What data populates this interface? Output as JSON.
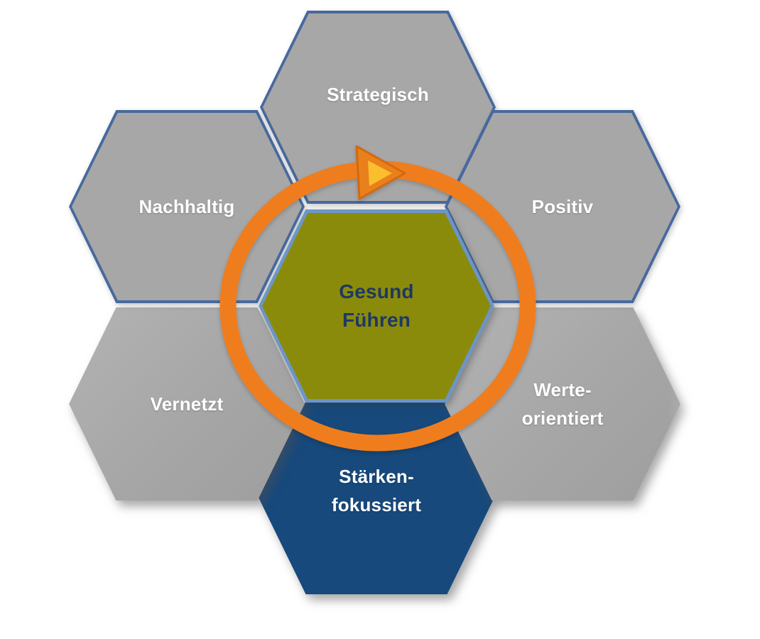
{
  "diagram": {
    "title": "Gesund Führen",
    "type": "hexagon-honeycomb-cycle",
    "center": {
      "label": "Gesund\nFühren",
      "fill": "#8b8b0b",
      "border": "#6c96c8",
      "text_color": "#1f3864"
    },
    "satellites": {
      "strategisch": {
        "label": "Strategisch",
        "fill": "#a7a7a7",
        "border": "#47699e",
        "position": "top"
      },
      "nachhaltig": {
        "label": "Nachhaltig",
        "fill": "#a7a7a7",
        "border": "#47699e",
        "position": "upper-left"
      },
      "positiv": {
        "label": "Positiv",
        "fill": "#a7a7a7",
        "border": "#47699e",
        "position": "upper-right"
      },
      "vernetzt": {
        "label": "Vernetzt",
        "fill": "#a7a7a7",
        "position": "lower-left"
      },
      "werte_orientiert": {
        "label": "Werte-\norientiert",
        "fill": "#a7a7a7",
        "position": "lower-right"
      },
      "staerken_fokussiert": {
        "label": "Stärken-\nfokussiert",
        "fill": "#17497c",
        "position": "bottom"
      }
    },
    "cycle_arrow": {
      "direction": "clockwise",
      "color": "#ef7d1e",
      "arrowhead_core_color": "#fbbe2e"
    },
    "colors": {
      "background": "#ffffff",
      "hex_gray": "#a7a7a7",
      "hex_border_blue": "#47699e",
      "hex_center_border": "#6c96c8",
      "hex_olive": "#8b8b0b",
      "hex_navy": "#17497c",
      "label_white": "#ffffff",
      "label_navy": "#1f3864",
      "arrow_orange": "#ef7d1e"
    }
  }
}
